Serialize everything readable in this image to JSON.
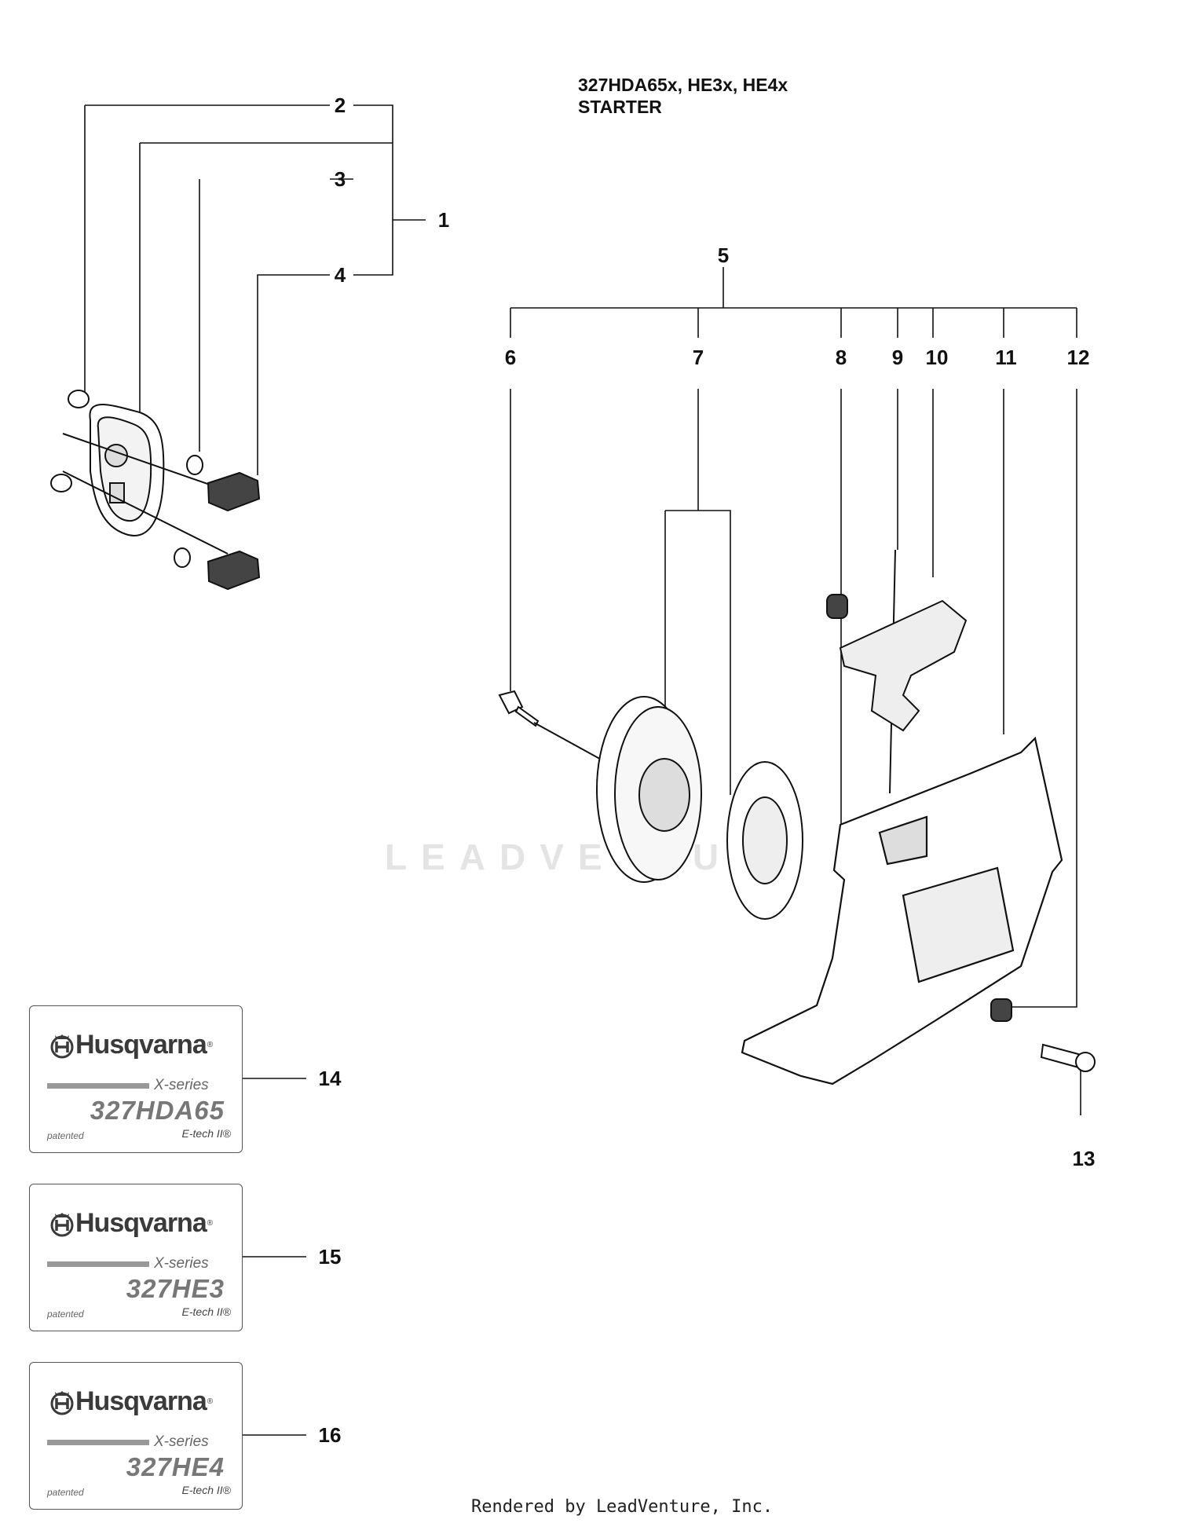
{
  "title": {
    "line1": "327HDA65x, HE3x, HE4x",
    "line2": "STARTER"
  },
  "callouts": [
    {
      "id": "c1",
      "label": "1"
    },
    {
      "id": "c2",
      "label": "2"
    },
    {
      "id": "c3",
      "label": "3"
    },
    {
      "id": "c4",
      "label": "4"
    },
    {
      "id": "c5",
      "label": "5"
    },
    {
      "id": "c6",
      "label": "6"
    },
    {
      "id": "c7",
      "label": "7"
    },
    {
      "id": "c8",
      "label": "8"
    },
    {
      "id": "c9",
      "label": "9"
    },
    {
      "id": "c10",
      "label": "10"
    },
    {
      "id": "c11",
      "label": "11"
    },
    {
      "id": "c12",
      "label": "12"
    },
    {
      "id": "c13",
      "label": "13"
    },
    {
      "id": "c14",
      "label": "14"
    },
    {
      "id": "c15",
      "label": "15"
    },
    {
      "id": "c16",
      "label": "16"
    }
  ],
  "decals": [
    {
      "brand": "Husqvarna",
      "reg": "®",
      "series": "X-series",
      "model": "327HDA65",
      "patented": "patented",
      "etech": "E-tech II®"
    },
    {
      "brand": "Husqvarna",
      "reg": "®",
      "series": "X-series",
      "model": "327HE3",
      "patented": "patented",
      "etech": "E-tech II®"
    },
    {
      "brand": "Husqvarna",
      "reg": "®",
      "series": "X-series",
      "model": "327HE4",
      "patented": "patented",
      "etech": "E-tech II®"
    }
  ],
  "watermark": "LEADVENTURE",
  "footer": "Rendered by LeadVenture, Inc."
}
